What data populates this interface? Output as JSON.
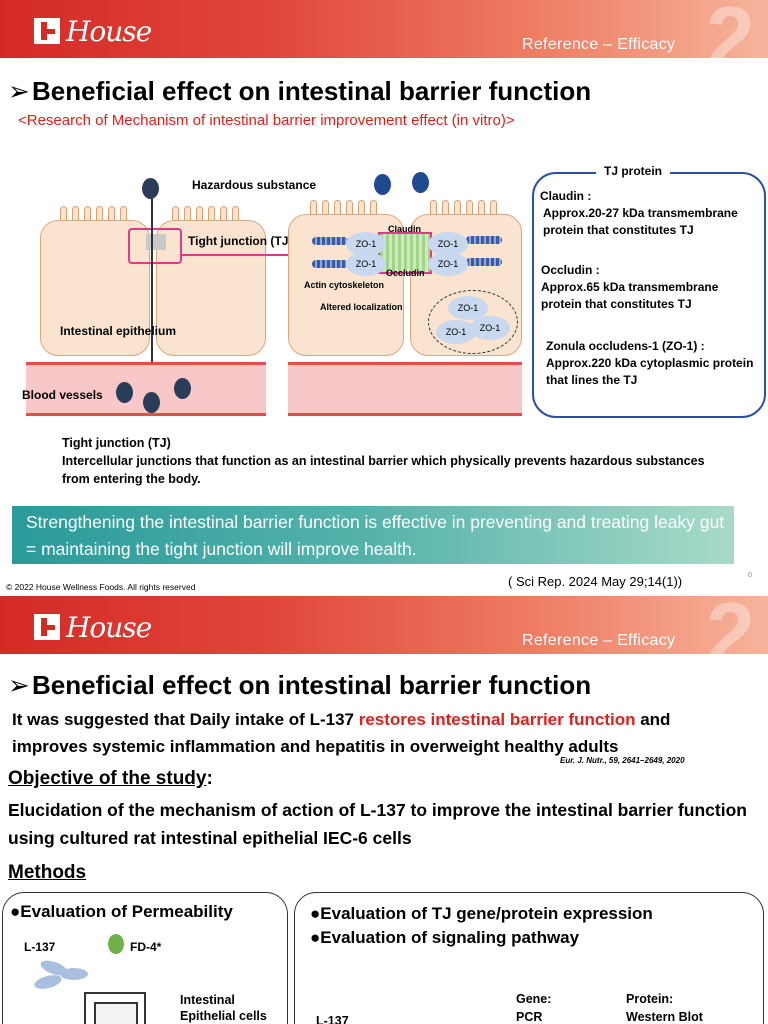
{
  "header": {
    "logo_text": "House",
    "section": "Reference – Efficacy",
    "section_number": "2"
  },
  "slide1": {
    "title": "Beneficial effect on intestinal barrier function",
    "subtitle": "<Research of Mechanism of intestinal barrier improvement effect (in vitro)>",
    "diagram": {
      "hazardous": "Hazardous substance",
      "tight_junction": "Tight junction (TJ)",
      "intestinal_epithelium": "Intestinal epithelium",
      "blood_vessels": "Blood vessels",
      "claudin": "Claudin",
      "occludin": "Occludin",
      "actin": "Actin cytoskeleton",
      "altered": "Altered localization",
      "zo": "ZO-1"
    },
    "tj_box": {
      "title": "TJ protein",
      "claudin_name": "Claudin :",
      "claudin_desc": "Approx.20-27 kDa transmembrane protein that constitutes TJ",
      "occludin_name": "Occludin :",
      "occludin_desc": "Approx.65 kDa transmembrane protein that constitutes TJ",
      "zo_name": "Zonula occludens-1 (ZO-1) :",
      "zo_desc": "Approx.220 kDa cytoplasmic protein that lines the TJ"
    },
    "definition_title": "Tight junction (TJ)",
    "definition_text": "Intercellular junctions that function as an intestinal barrier which physically prevents hazardous substances from entering the body.",
    "banner": "Strengthening the intestinal barrier function is effective in preventing and treating leaky gut = maintaining the tight junction will improve health.",
    "copyright": "© 2022 House Wellness Foods. All rights reserved",
    "citation": "( Sci Rep. 2024 May 29;14(1))",
    "page": "0"
  },
  "slide2": {
    "title": "Beneficial effect on intestinal barrier function",
    "lead_before": "It was suggested that Daily intake of L-137 ",
    "lead_highlight": "restores intestinal barrier function",
    "lead_after": " and improves systemic inflammation and hepatitis in overweight healthy adults",
    "reference": "Eur. J. Nutr., 59, 2641–2649, 2020",
    "objective_heading": "Objective of the study",
    "objective_colon": ":",
    "objective_text": "Elucidation of the mechanism of action of L-137 to improve the intestinal barrier function using cultured rat intestinal epithelial IEC-6 cells",
    "methods_heading": "Methods",
    "panel_left": {
      "heading": "Evaluation of Permeability",
      "l137": "L-137",
      "fd4": "FD-4*",
      "cells": "Intestinal Epithelial cells"
    },
    "panel_right": {
      "heading1": "Evaluation of TJ gene/protein expression",
      "heading2": "Evaluation of signaling pathway",
      "l137": "L-137",
      "gene": "Gene:",
      "gene_method": "PCR",
      "protein": "Protein:",
      "protein_method": "Western Blot"
    }
  }
}
